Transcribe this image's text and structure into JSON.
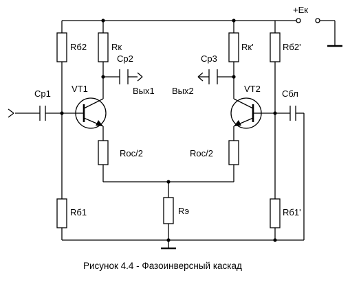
{
  "caption": "Рисунок 4.4 - Фазоинверсный  каскад",
  "supply_label": "+Eк",
  "components": {
    "rb2_left": "Rб2",
    "rk_left": "Rк",
    "cp2": "Cр2",
    "cp3": "Cр3",
    "rk_right": "Rк'",
    "rb2_right": "Rб2'",
    "vt1": "VT1",
    "vt2": "VT2",
    "out1": "Вых1",
    "out2": "Вых2",
    "cp1": "Cр1",
    "cbl": "Cбл",
    "roc_left": "Roc/2",
    "roc_right": "Roc/2",
    "rb1_left": "Rб1",
    "re": "Rэ",
    "rb1_right": "Rб1'"
  }
}
